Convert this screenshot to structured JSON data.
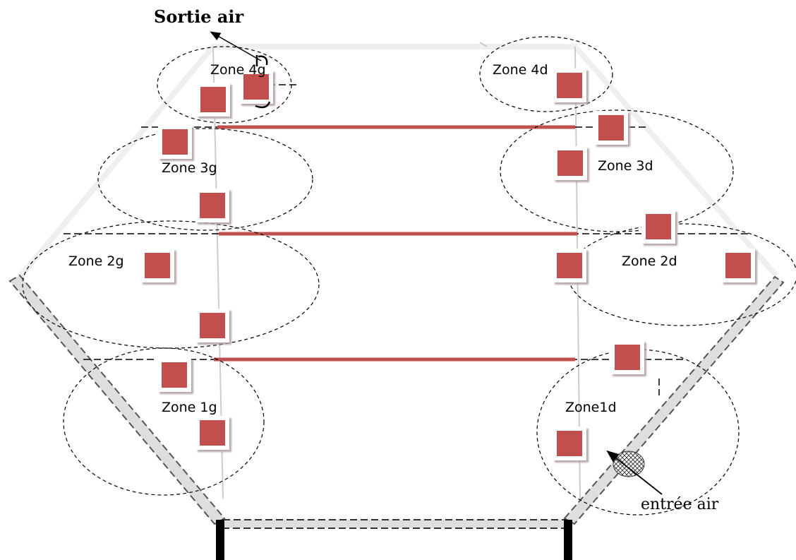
{
  "labels": {
    "outlet": "Sortie air",
    "inlet": "entrée air"
  },
  "zones": {
    "z4g": "Zone 4g",
    "z4d": "Zone 4d",
    "z3g": "Zone 3g",
    "z3d": "Zone 3d",
    "z2g": "Zone 2g",
    "z2d": "Zone 2d",
    "z1g": "Zone 1g",
    "z1d": "Zone1d"
  },
  "colors": {
    "sensor": "#c0504d",
    "bar": "#c0504d",
    "frame": "#efefef"
  }
}
